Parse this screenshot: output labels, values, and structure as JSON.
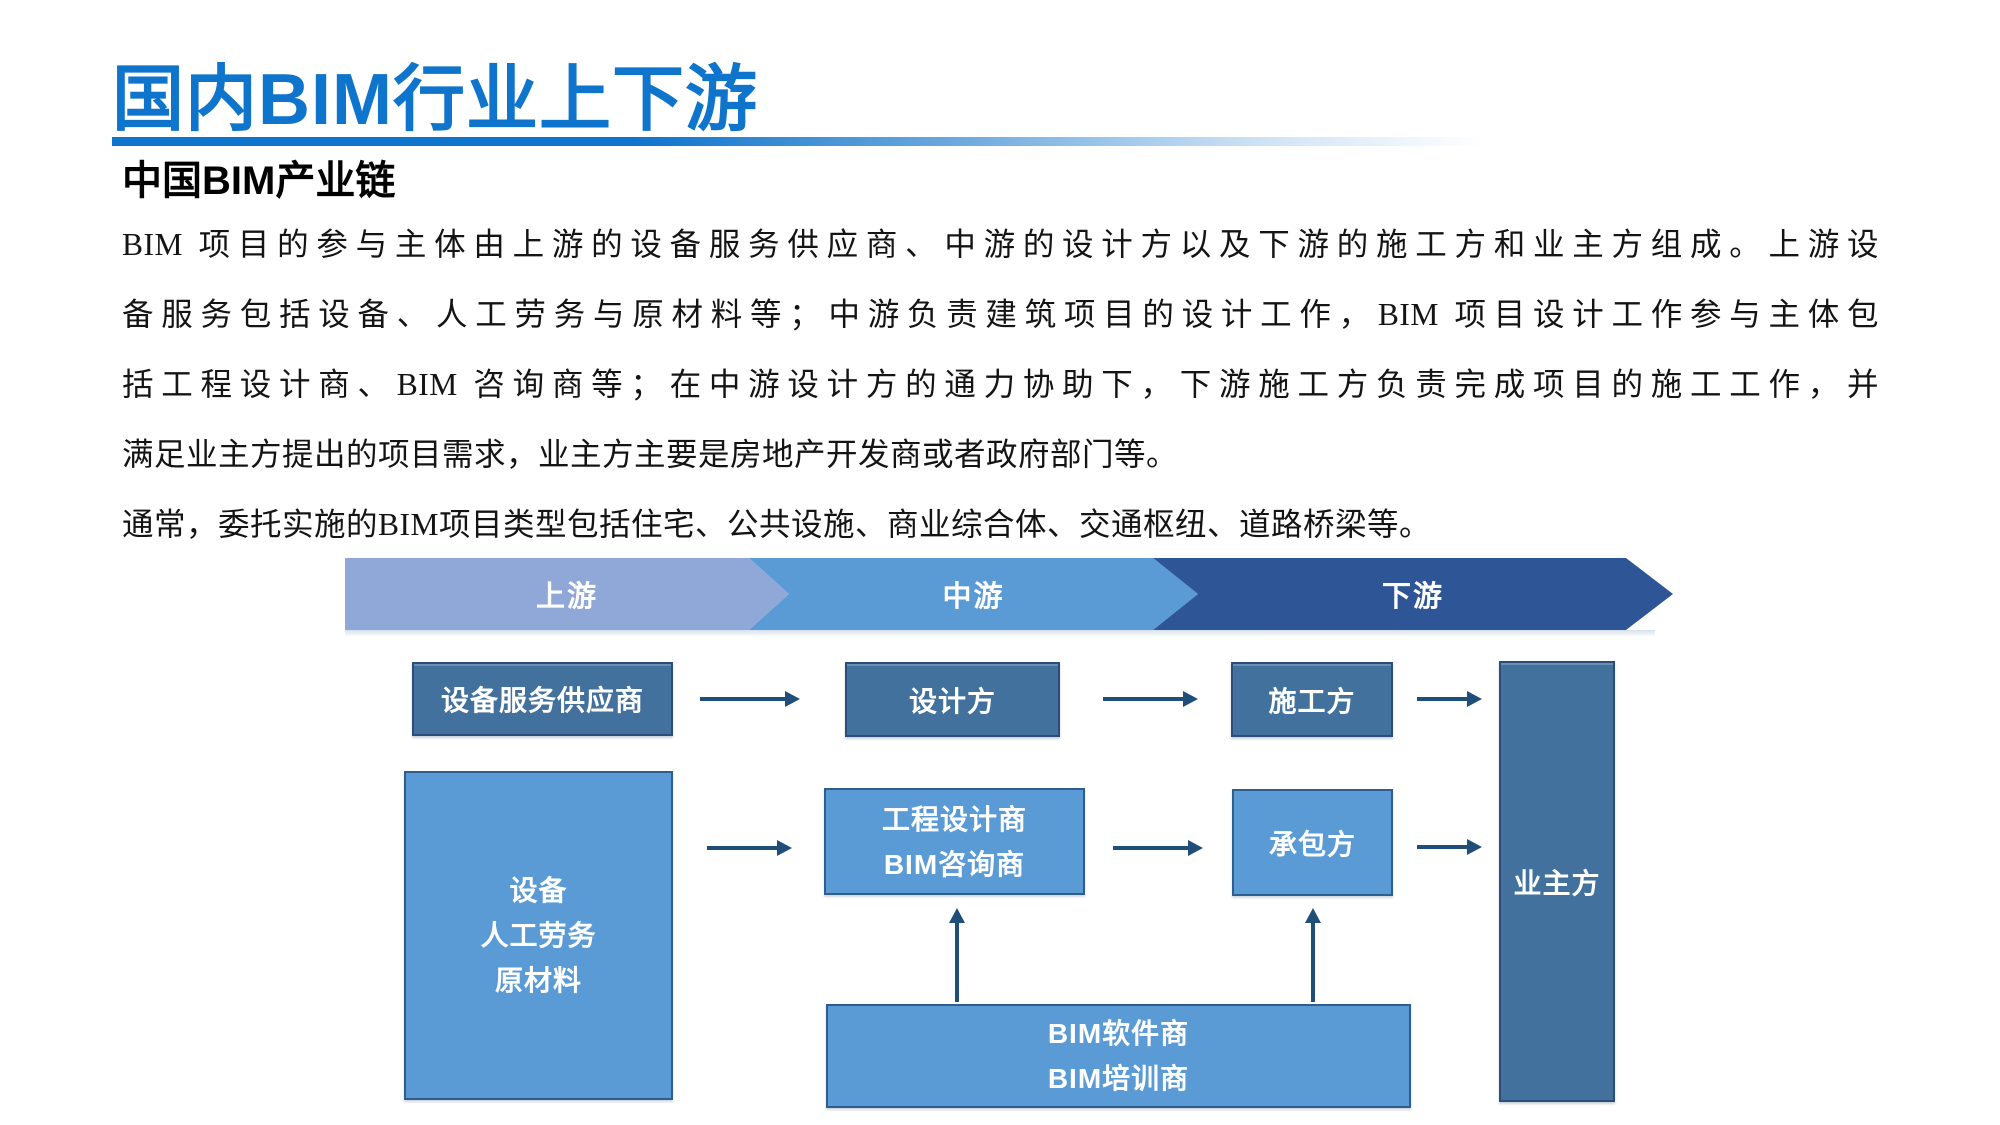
{
  "slide": {
    "title": "国内BIM行业上下游",
    "subtitle": "中国BIM产业链",
    "paragraph_lines": [
      "BIM 项目的参与主体由上游的设备服务供应商、中游的设计方以及下游的施工方和业主方组成。上游设",
      "备服务包括设备、人工劳务与原材料等；中游负责建筑项目的设计工作，BIM 项目设计工作参与主体包",
      "括工程设计商、BIM 咨询商等；在中游设计方的通力协助下，下游施工方负责完成项目的施工工作，并",
      "满足业主方提出的项目需求，业主方主要是房地产开发商或者政府部门等。",
      "通常，委托实施的BIM项目类型包括住宅、公共设施、商业综合体、交通枢纽、道路桥梁等。"
    ]
  },
  "diagram": {
    "stages": [
      {
        "label": "上游",
        "color": "#8fa8d8"
      },
      {
        "label": "中游",
        "color": "#5b9bd5"
      },
      {
        "label": "下游",
        "color": "#2e5596"
      }
    ],
    "nodes": {
      "equipment_supplier": {
        "label": "设备服务供应商"
      },
      "designer": {
        "label": "设计方"
      },
      "constructor": {
        "label": "施工方"
      },
      "owner": {
        "label": "业主方"
      },
      "inputs": {
        "lines": [
          "设备",
          "人工劳务",
          "原材料"
        ]
      },
      "eng_design": {
        "lines": [
          "工程设计商",
          "BIM咨询商"
        ]
      },
      "contractor": {
        "label": "承包方"
      },
      "bim_vendors": {
        "lines": [
          "BIM软件商",
          "BIM培训商"
        ]
      }
    },
    "colors": {
      "title_blue": "#0e74cc",
      "stage_upstream": "#8fa8d8",
      "stage_midstream": "#5b9bd5",
      "stage_downstream": "#2e5596",
      "box_dark": "#41719c",
      "box_light": "#5b9bd5",
      "arrow": "#1f4e79"
    }
  }
}
